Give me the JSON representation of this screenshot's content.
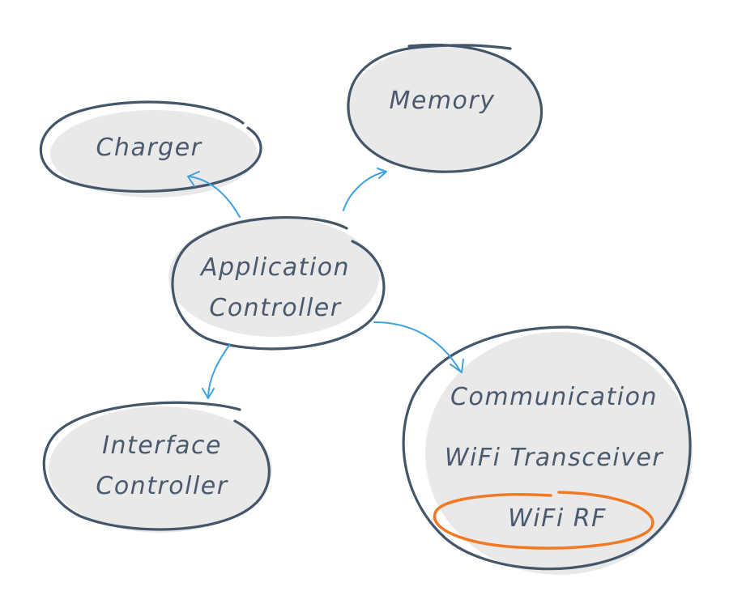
{
  "nodes": {
    "charger": {
      "label": "Charger"
    },
    "memory": {
      "label": "Memory"
    },
    "application_controller": {
      "line1": "Application",
      "line2": "Controller"
    },
    "interface_controller": {
      "line1": "Interface",
      "line2": "Controller"
    },
    "communication": {
      "line1": "Communication",
      "line2": "WiFi Transceiver"
    },
    "wifi_rf": {
      "label": "WiFi RF"
    }
  },
  "edges": [
    {
      "from": "Application Controller",
      "to": "Charger"
    },
    {
      "from": "Application Controller",
      "to": "Memory"
    },
    {
      "from": "Application Controller",
      "to": "Interface Controller"
    },
    {
      "from": "Application Controller",
      "to": "Communication"
    }
  ],
  "colors": {
    "node_fill": "#e9e9ea",
    "node_outline": "#44566a",
    "arrow": "#3fa1de",
    "highlight": "#f07a23",
    "text": "#4a5a6c"
  }
}
